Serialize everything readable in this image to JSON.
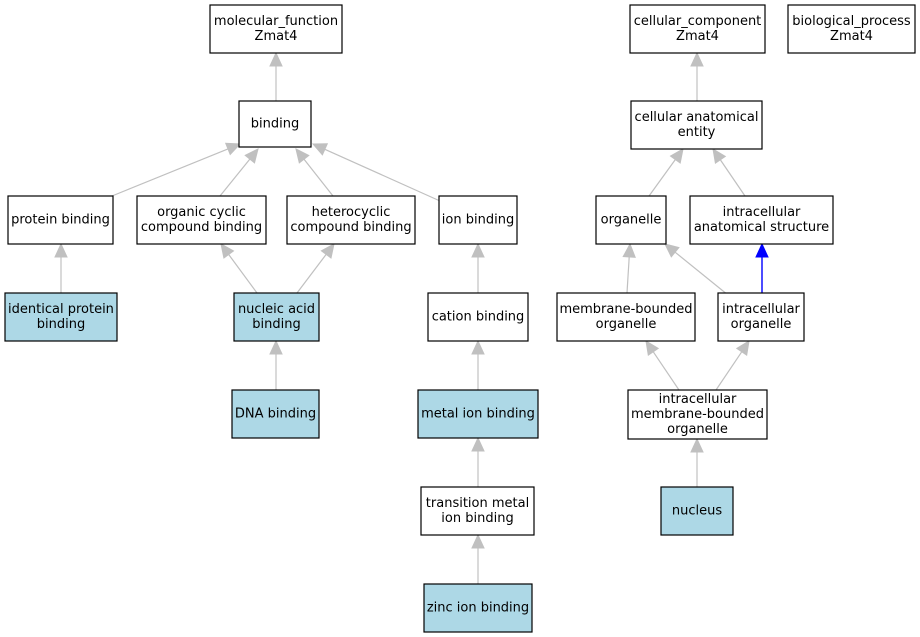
{
  "colors": {
    "plain_fill": "#ffffff",
    "highlight_fill": "#add8e6",
    "edge": "#c0c0c0",
    "edge_emphasis": "#0000ff",
    "border": "#000000"
  },
  "nodes": {
    "mf_root": {
      "lines": [
        "molecular_function",
        "Zmat4"
      ],
      "highlighted": false
    },
    "cc_root": {
      "lines": [
        "cellular_component",
        "Zmat4"
      ],
      "highlighted": false
    },
    "bp_root": {
      "lines": [
        "biological_process",
        "Zmat4"
      ],
      "highlighted": false
    },
    "binding": {
      "lines": [
        "binding"
      ],
      "highlighted": false
    },
    "protein_binding": {
      "lines": [
        "protein binding"
      ],
      "highlighted": false
    },
    "organic_cyclic": {
      "lines": [
        "organic cyclic",
        "compound binding"
      ],
      "highlighted": false
    },
    "heterocyclic": {
      "lines": [
        "heterocyclic",
        "compound binding"
      ],
      "highlighted": false
    },
    "ion_binding": {
      "lines": [
        "ion binding"
      ],
      "highlighted": false
    },
    "identical_protein": {
      "lines": [
        "identical protein",
        "binding"
      ],
      "highlighted": true
    },
    "nucleic_acid": {
      "lines": [
        "nucleic acid",
        "binding"
      ],
      "highlighted": true
    },
    "dna_binding": {
      "lines": [
        "DNA binding"
      ],
      "highlighted": true
    },
    "cation_binding": {
      "lines": [
        "cation binding"
      ],
      "highlighted": false
    },
    "metal_ion": {
      "lines": [
        "metal ion binding"
      ],
      "highlighted": true
    },
    "transition_metal": {
      "lines": [
        "transition metal",
        "ion binding"
      ],
      "highlighted": false
    },
    "zinc_ion": {
      "lines": [
        "zinc ion binding"
      ],
      "highlighted": true
    },
    "cell_anat_entity": {
      "lines": [
        "cellular anatomical",
        "entity"
      ],
      "highlighted": false
    },
    "organelle": {
      "lines": [
        "organelle"
      ],
      "highlighted": false
    },
    "intracell_anat": {
      "lines": [
        "intracellular",
        "anatomical structure"
      ],
      "highlighted": false
    },
    "membrane_bounded": {
      "lines": [
        "membrane-bounded",
        "organelle"
      ],
      "highlighted": false
    },
    "intracell_organelle": {
      "lines": [
        "intracellular",
        "organelle"
      ],
      "highlighted": false
    },
    "intracell_mb_organelle": {
      "lines": [
        "intracellular",
        "membrane-bounded",
        "organelle"
      ],
      "highlighted": false
    },
    "nucleus": {
      "lines": [
        "nucleus"
      ],
      "highlighted": true
    }
  },
  "edges": [
    {
      "from": "binding",
      "to": "mf_root",
      "emphasis": false
    },
    {
      "from": "protein_binding",
      "to": "binding",
      "emphasis": false
    },
    {
      "from": "organic_cyclic",
      "to": "binding",
      "emphasis": false
    },
    {
      "from": "heterocyclic",
      "to": "binding",
      "emphasis": false
    },
    {
      "from": "ion_binding",
      "to": "binding",
      "emphasis": false
    },
    {
      "from": "identical_protein",
      "to": "protein_binding",
      "emphasis": false
    },
    {
      "from": "nucleic_acid",
      "to": "organic_cyclic",
      "emphasis": false
    },
    {
      "from": "nucleic_acid",
      "to": "heterocyclic",
      "emphasis": false
    },
    {
      "from": "dna_binding",
      "to": "nucleic_acid",
      "emphasis": false
    },
    {
      "from": "cation_binding",
      "to": "ion_binding",
      "emphasis": false
    },
    {
      "from": "metal_ion",
      "to": "cation_binding",
      "emphasis": false
    },
    {
      "from": "transition_metal",
      "to": "metal_ion",
      "emphasis": false
    },
    {
      "from": "zinc_ion",
      "to": "transition_metal",
      "emphasis": false
    },
    {
      "from": "cell_anat_entity",
      "to": "cc_root",
      "emphasis": false
    },
    {
      "from": "organelle",
      "to": "cell_anat_entity",
      "emphasis": false
    },
    {
      "from": "intracell_anat",
      "to": "cell_anat_entity",
      "emphasis": false
    },
    {
      "from": "membrane_bounded",
      "to": "organelle",
      "emphasis": false
    },
    {
      "from": "intracell_organelle",
      "to": "organelle",
      "emphasis": false
    },
    {
      "from": "intracell_organelle",
      "to": "intracell_anat",
      "emphasis": true
    },
    {
      "from": "intracell_mb_organelle",
      "to": "membrane_bounded",
      "emphasis": false
    },
    {
      "from": "intracell_mb_organelle",
      "to": "intracell_organelle",
      "emphasis": false
    },
    {
      "from": "nucleus",
      "to": "intracell_mb_organelle",
      "emphasis": false
    }
  ]
}
